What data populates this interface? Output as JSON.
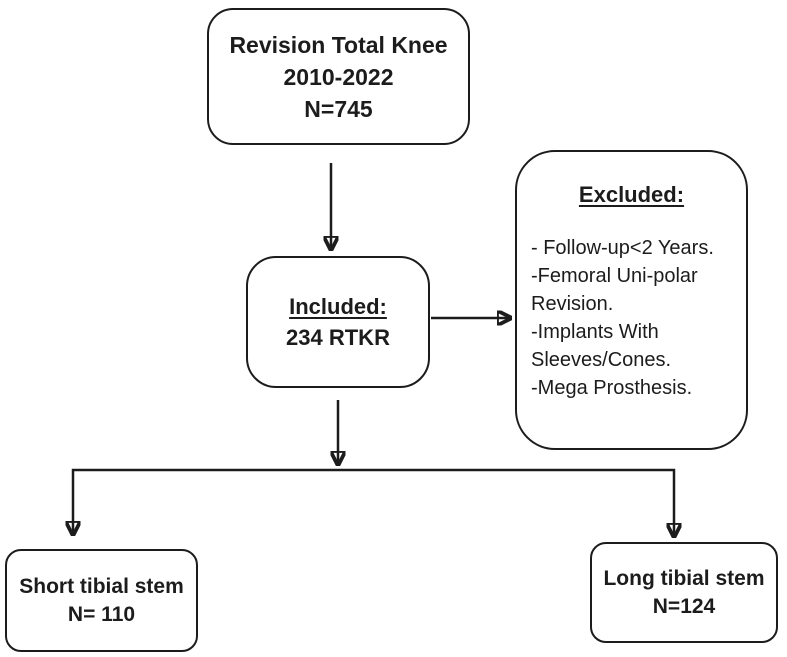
{
  "figure": {
    "type": "flowchart",
    "background_color": "#ffffff",
    "line_color": "#1c1c1c",
    "text_color": "#1c1c1c"
  },
  "boxes": {
    "source": {
      "lines": [
        "Revision Total Knee",
        "2010-2022",
        "N=745"
      ]
    },
    "included": {
      "title": "Included:",
      "value": "234 RTKR"
    },
    "excluded": {
      "title": "Excluded:",
      "items": [
        "- Follow-up<2 Years.",
        "-Femoral Uni-polar Revision.",
        "-Implants With Sleeves/Cones.",
        "-Mega Prosthesis."
      ]
    },
    "short_stem": {
      "lines": [
        "Short tibial stem",
        "N= 110"
      ]
    },
    "long_stem": {
      "lines": [
        "Long tibial stem",
        "N=124"
      ]
    }
  }
}
